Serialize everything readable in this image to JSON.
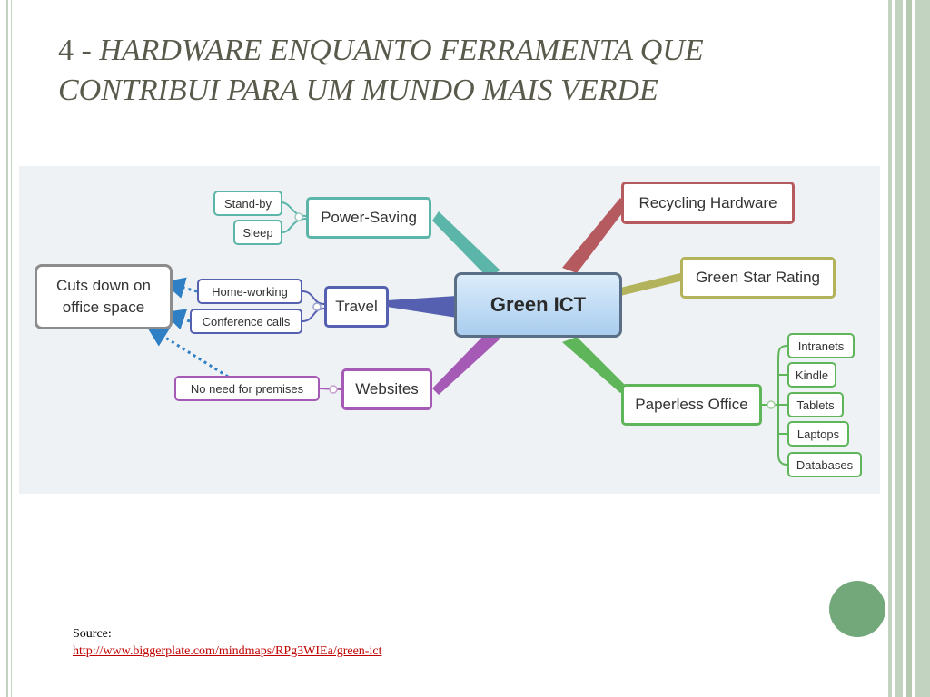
{
  "slide": {
    "title_number": "4 -",
    "title_text": "HARDWARE ENQUANTO FERRAMENTA QUE CONTRIBUI PARA UM MUNDO MAIS VERDE"
  },
  "mindmap": {
    "center": "Green ICT",
    "branches": {
      "power_saving": "Power-Saving",
      "travel": "Travel",
      "websites": "Websites",
      "recycling": "Recycling Hardware",
      "green_star": "Green Star Rating",
      "paperless": "Paperless Office"
    },
    "leaves": {
      "standby": "Stand-by",
      "sleep": "Sleep",
      "home_working": "Home-working",
      "conference_calls": "Conference calls",
      "no_premises": "No need for premises",
      "intranets": "Intranets",
      "kindle": "Kindle",
      "tablets": "Tablets",
      "laptops": "Laptops",
      "databases": "Databases"
    },
    "outcome": "Cuts down on office space",
    "colors": {
      "power_saving": "#5bb5a8",
      "travel": "#5560b0",
      "websites": "#a55ab5",
      "recycling": "#b55a5f",
      "green_star": "#b2b35a",
      "paperless": "#5fb55a",
      "center": "#5a6f86",
      "dotted_arrow": "#2f7fc4"
    }
  },
  "source": {
    "label": "Source:",
    "link_text": "http://www.biggerplate.com/mindmaps/RPg3WIEa/green-ict"
  }
}
